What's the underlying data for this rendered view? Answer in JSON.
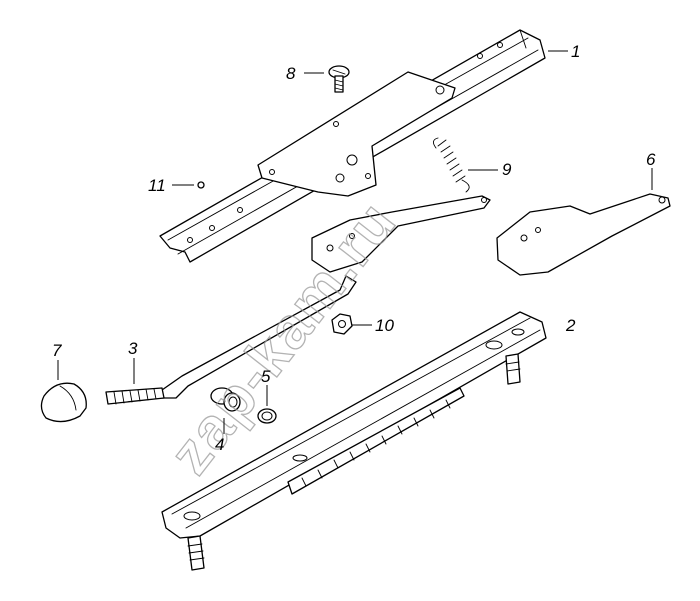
{
  "callouts": {
    "c1": "1",
    "c2": "2",
    "c3": "3",
    "c4": "4",
    "c5": "5",
    "c6": "6",
    "c7": "7",
    "c8": "8",
    "c9": "9",
    "c10": "10",
    "c11": "11"
  },
  "watermark": "zap-kam.ru",
  "colors": {
    "line": "#000000",
    "watermark": "#9a9a9a",
    "background": "#ffffff"
  }
}
